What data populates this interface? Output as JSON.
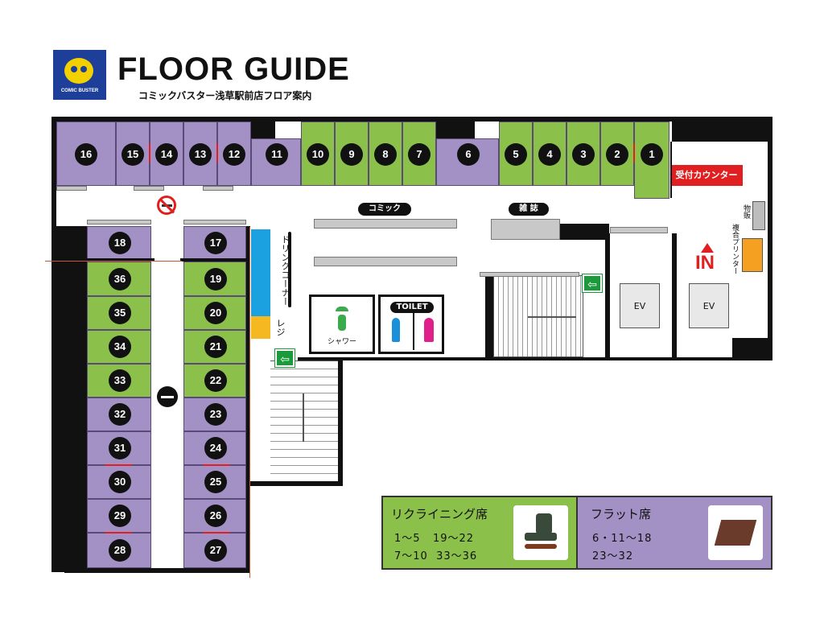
{
  "header": {
    "logo_text": "COMIC BUSTER",
    "title": "FLOOR GUIDE",
    "subtitle": "コミックバスター浅草駅前店フロア案内"
  },
  "rooms": {
    "top_row": [
      "16",
      "15",
      "14",
      "13",
      "12",
      "11",
      "10",
      "9",
      "8",
      "7",
      "6",
      "5",
      "4",
      "3",
      "2",
      "1"
    ],
    "left_col": [
      "18",
      "36",
      "35",
      "34",
      "33",
      "32",
      "31",
      "30",
      "29",
      "28"
    ],
    "right_col": [
      "17",
      "19",
      "20",
      "21",
      "22",
      "23",
      "24",
      "25",
      "26",
      "27"
    ]
  },
  "labels": {
    "reception": "受付カウンター",
    "comic": "コミック",
    "magazine": "雑 誌",
    "drink_corner": "ドリンクコーナー",
    "register": "レジ",
    "shower": "シャワー",
    "toilet": "TOILET",
    "vending": "物販",
    "printer": "複合プリンター",
    "entrance": "IN",
    "ev1": "EV",
    "ev2": "EV"
  },
  "legend": {
    "recliner": {
      "title": "リクライニング席",
      "line1": "1〜5   19〜22",
      "line2": "7〜10  33〜36"
    },
    "flat": {
      "title": "フラット席",
      "line1": "6・11〜18",
      "line2": "23〜32"
    }
  },
  "colors": {
    "recliner": "#8bc14a",
    "flat": "#a390c4",
    "reception": "#e02020",
    "drink": "#1ba0e0",
    "register": "#f5b820",
    "exit_sign": "#1a9a3a"
  }
}
